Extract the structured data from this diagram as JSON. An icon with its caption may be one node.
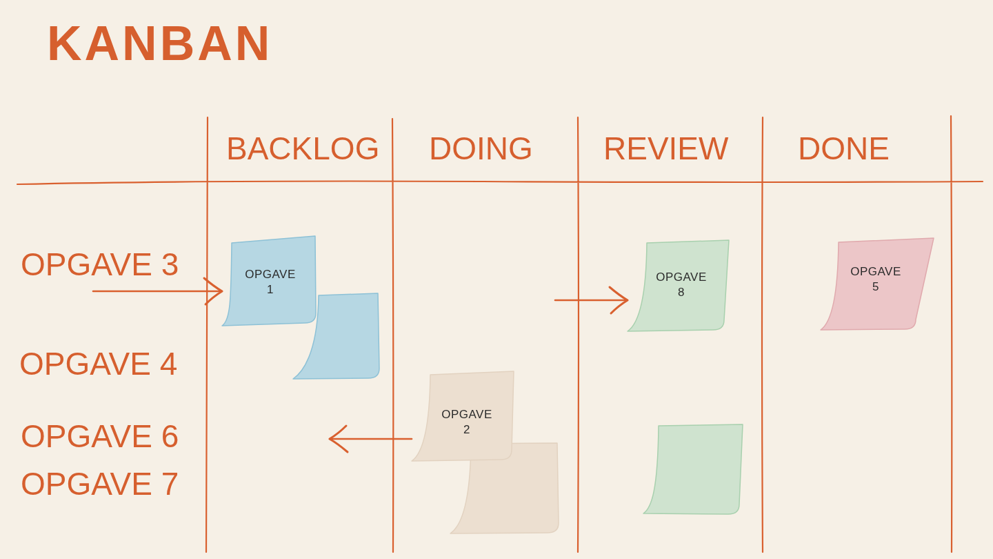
{
  "diagram": {
    "title": "KANBAN",
    "nodes": [
      {
        "text": [
          "OPGAVE 1"
        ]
      },
      {
        "text": [],
        "shape": "box"
      },
      {
        "text": [
          "OPGAVE 8"
        ]
      },
      {
        "text": [
          "OPGAVE 5"
        ]
      },
      {
        "text": [
          "OPGAVE 2"
        ]
      },
      {
        "text": [],
        "shape": "box"
      },
      {
        "text": [],
        "shape": "box"
      }
    ],
    "edges": [
      {
        "from": null,
        "to": 0,
        "arrow": "to"
      },
      {
        "from": null,
        "to": 2,
        "arrow": "to"
      },
      {
        "from": 4,
        "to": null,
        "arrow": "to"
      }
    ],
    "labels": [
      "BACKLOG",
      "DOING",
      "REVIEW",
      "DONE",
      "OPGAVE 3",
      "OPGAVE 4",
      "OPGAVE 6",
      "OPGAVE 7"
    ]
  }
}
